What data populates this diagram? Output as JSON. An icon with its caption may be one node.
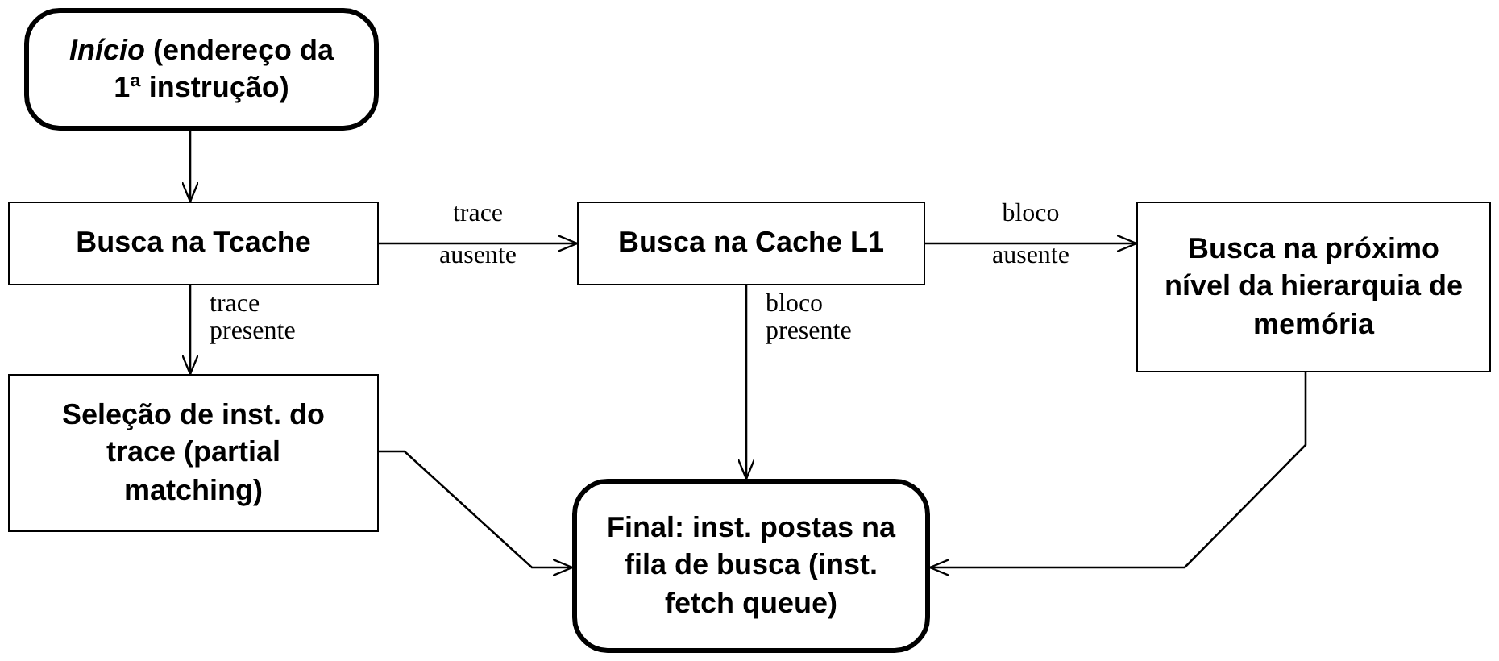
{
  "diagram": {
    "nodes": [
      {
        "text": [
          "*Início* (endereço da 1ª instrução)"
        ]
      },
      {
        "text": [
          "Busca na Tcache"
        ]
      },
      {
        "text": [
          "Busca na Cache L1"
        ]
      },
      {
        "text": [
          "Busca na próximo nível da hierarquia de memória"
        ]
      },
      {
        "text": [
          "Seleção de inst. do trace (partial matching)"
        ]
      },
      {
        "text": [
          "Final: inst. postas na fila de busca (inst. fetch queue)"
        ]
      }
    ],
    "edges": [
      {
        "from": 0,
        "to": 1,
        "arrow": "to"
      },
      {
        "from": 1,
        "to": 2,
        "arrow": "to",
        "label": "trace ausente"
      },
      {
        "from": 2,
        "to": 3,
        "arrow": "to",
        "label": "bloco ausente"
      },
      {
        "from": 1,
        "to": 4,
        "arrow": "to",
        "label": "trace presente"
      },
      {
        "from": 2,
        "to": 5,
        "arrow": "to",
        "label": "bloco presente"
      },
      {
        "from": 4,
        "to": 5,
        "arrow": "to"
      },
      {
        "from": 3,
        "to": 5,
        "arrow": "to"
      }
    ]
  }
}
